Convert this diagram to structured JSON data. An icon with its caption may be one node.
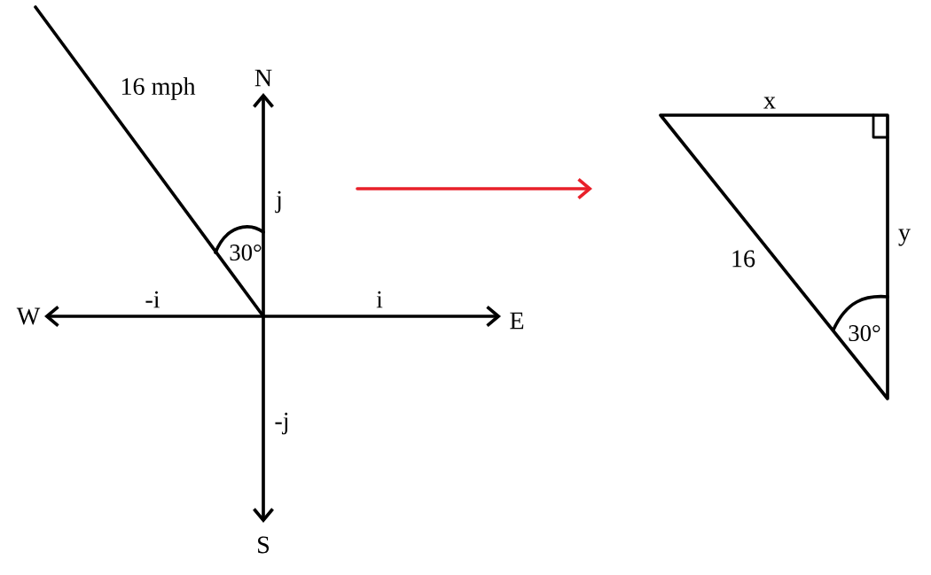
{
  "diagram": {
    "labels": [
      "16 mph",
      "N",
      "j",
      "30°",
      "-i",
      "i",
      "W",
      "E",
      "-j",
      "S",
      "x",
      "y",
      "16",
      "30°"
    ]
  }
}
